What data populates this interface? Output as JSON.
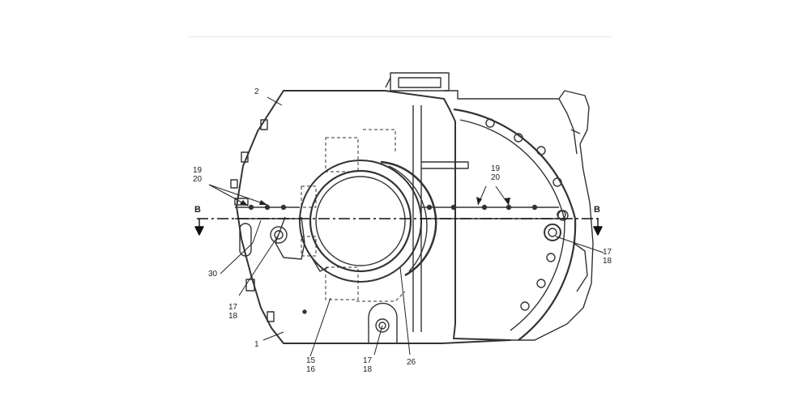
{
  "diagram": {
    "section_marks": {
      "left": "B",
      "right": "B"
    },
    "callouts": {
      "c2": "2",
      "c1": "1",
      "c30": "30",
      "c19_left": "19",
      "c20_left": "20",
      "c19_right": "19",
      "c20_right": "20",
      "c17_left": "17",
      "c18_left": "18",
      "c17_bottom": "17",
      "c18_bottom": "18",
      "c17_right": "17",
      "c18_right": "18",
      "c15": "15",
      "c16": "16",
      "c26": "26"
    },
    "colors": {
      "line": "#333333",
      "background": "#ffffff"
    }
  }
}
